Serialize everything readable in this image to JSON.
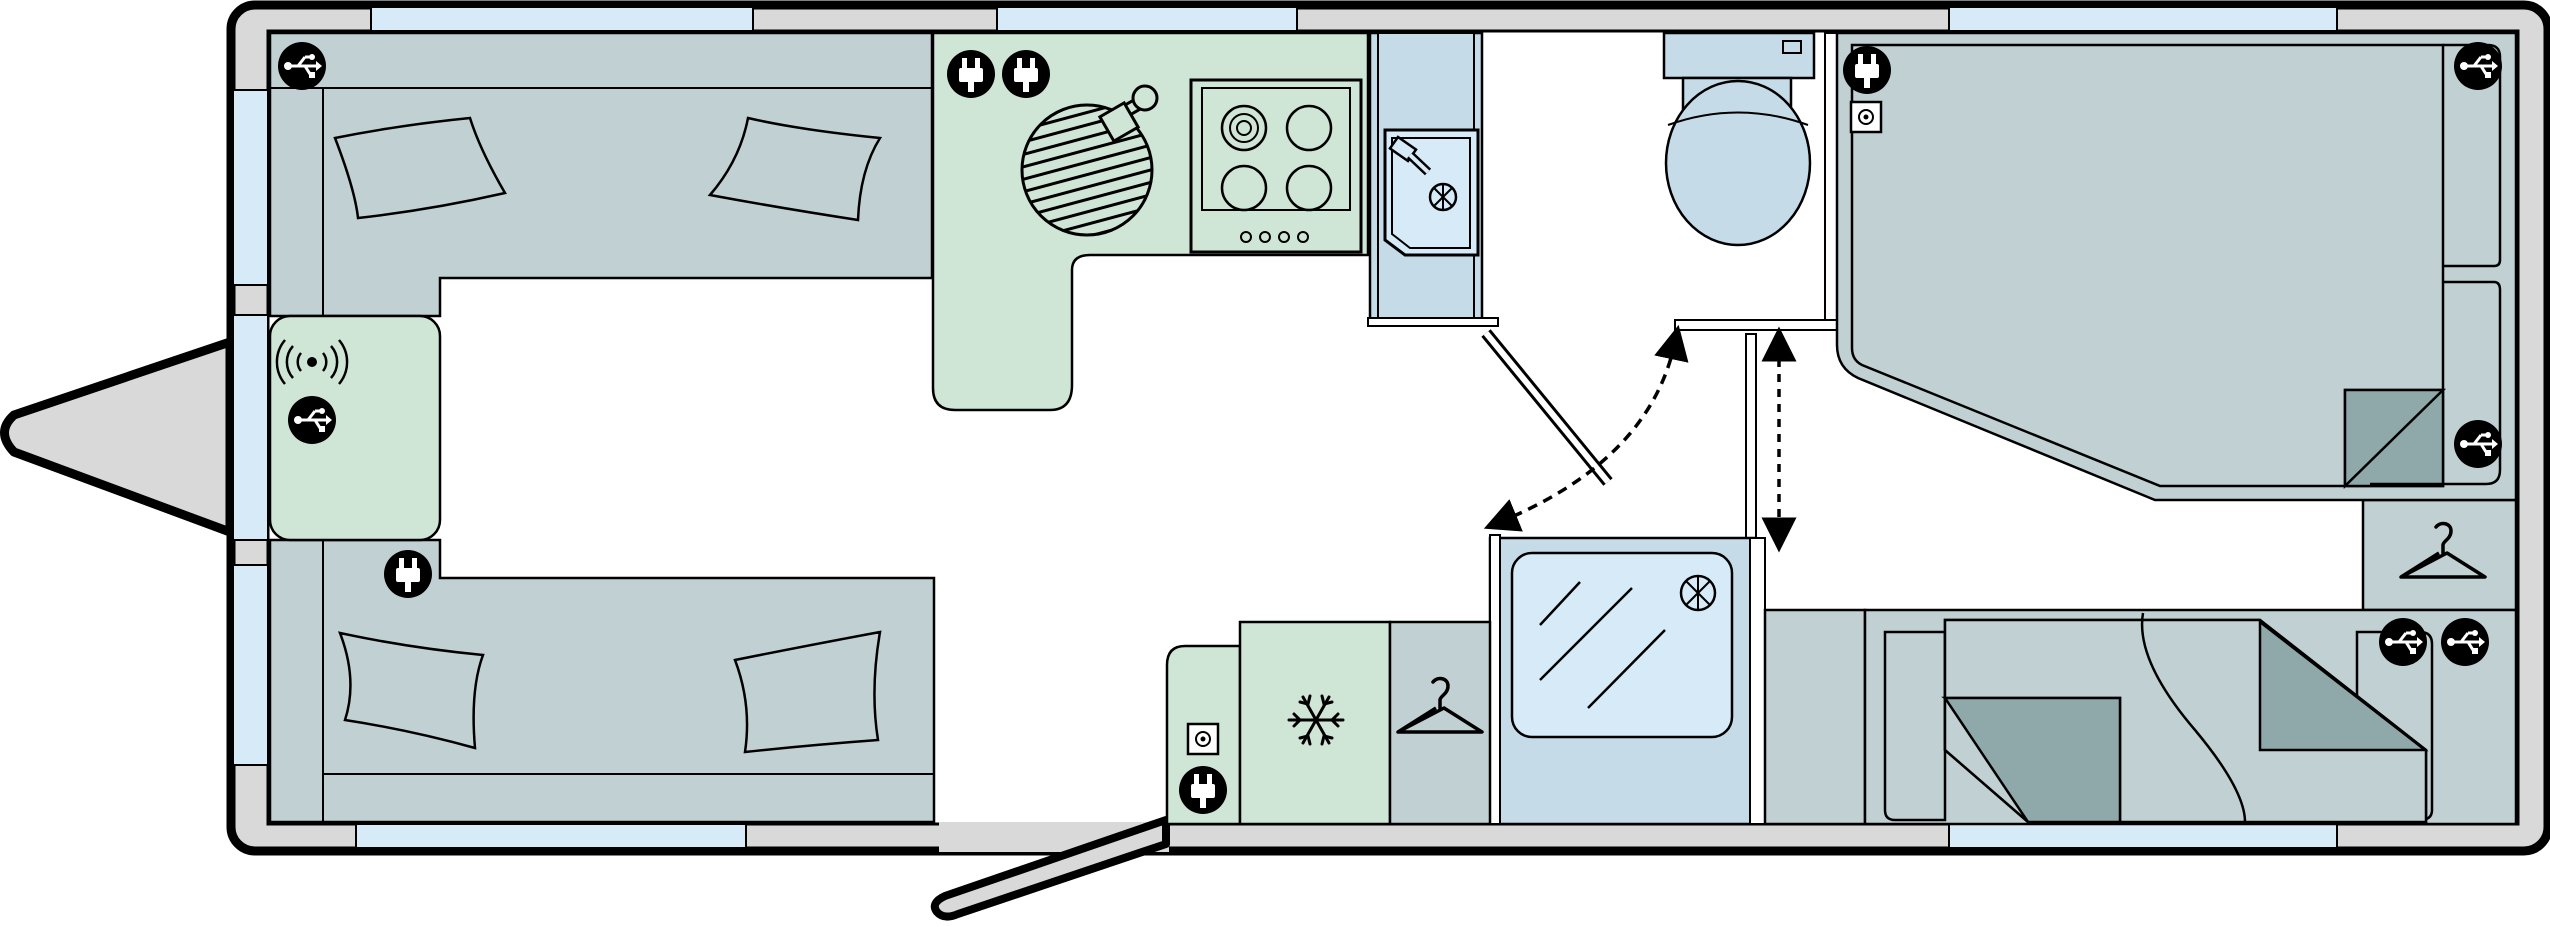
{
  "diagram": {
    "kind": "caravan-floor-plan",
    "colors": {
      "shell": "#d9d9d9",
      "outline": "#000000",
      "window": "#d6ebf7",
      "seating": "#c1d0d2",
      "kitchen": "#cfe5d6",
      "washroom": "#c5dbe8",
      "dark_fold": "#8fa8aa",
      "floor": "#ffffff"
    }
  },
  "icons": {
    "usb": [
      {
        "name": "usb-socket-icon-lounge-top-left"
      },
      {
        "name": "usb-socket-icon-front-chest"
      },
      {
        "name": "usb-socket-icon-bedroom-top-right"
      },
      {
        "name": "usb-socket-icon-bedroom-right"
      },
      {
        "name": "usb-socket-icon-bedroom-bottom-1"
      },
      {
        "name": "usb-socket-icon-bedroom-bottom-2"
      }
    ],
    "mains": [
      {
        "name": "mains-socket-icon-kitchen-1"
      },
      {
        "name": "mains-socket-icon-kitchen-2"
      },
      {
        "name": "mains-socket-icon-lounge"
      },
      {
        "name": "mains-socket-icon-bedroom"
      },
      {
        "name": "mains-socket-icon-fridge-unit"
      }
    ],
    "tv_point": [
      {
        "name": "tv-aerial-point-icon-bedroom"
      },
      {
        "name": "tv-aerial-point-icon-fridge-unit"
      }
    ],
    "wifi": {
      "name": "wifi-signal-icon"
    },
    "fridge": {
      "name": "snowflake-fridge-icon"
    },
    "hangers": [
      {
        "name": "hanger-icon-wardrobe"
      },
      {
        "name": "hanger-icon-bedroom-wardrobe"
      }
    ]
  }
}
